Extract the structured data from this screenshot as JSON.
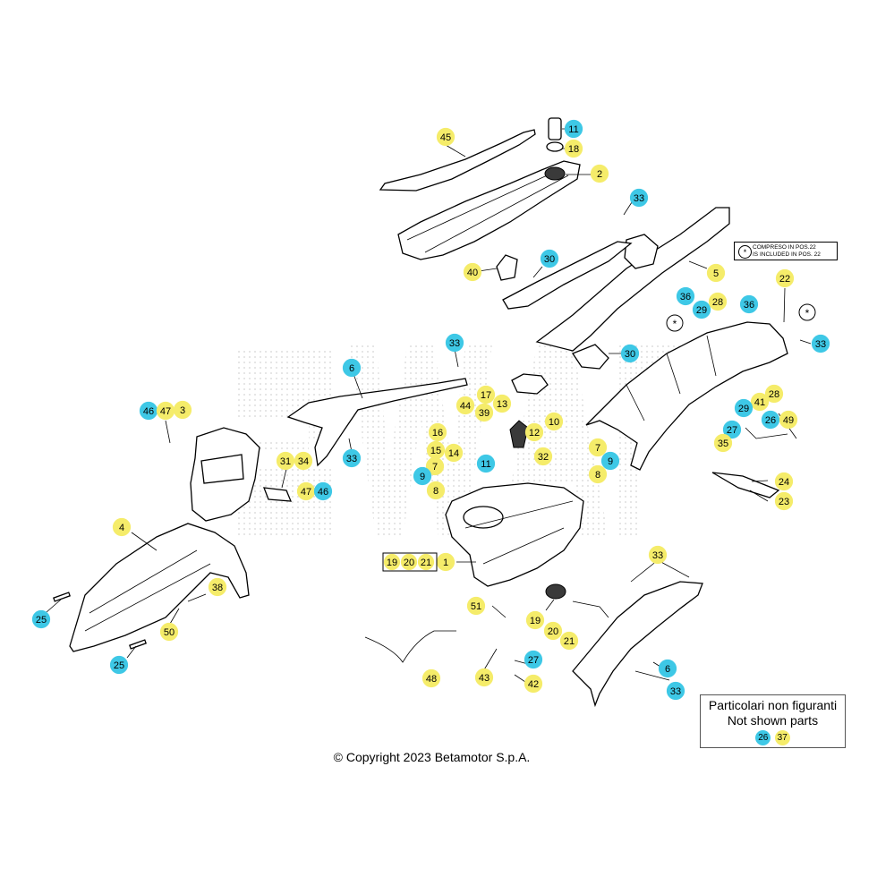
{
  "colors": {
    "cyan": "#3ec8e6",
    "yellow": "#f5ec6a",
    "line": "#000000",
    "watermark": "#cfcfcf"
  },
  "copyright": "© Copyright 2023 Betamotor S.p.A.",
  "not_shown": {
    "line1": "Particolari non figuranti",
    "line2": "Not shown parts",
    "parts": [
      "26",
      "37"
    ]
  },
  "included_note": {
    "symbol": "*",
    "line1": "COMPRESO IN POS.22",
    "line2": "IS INCLUDED IN POS. 22"
  },
  "group_label": [
    "19",
    "20",
    "21"
  ],
  "callouts": [
    {
      "n": "45",
      "c": "yellow"
    },
    {
      "n": "11",
      "c": "cyan"
    },
    {
      "n": "18",
      "c": "yellow"
    },
    {
      "n": "2",
      "c": "yellow"
    },
    {
      "n": "33",
      "c": "cyan"
    },
    {
      "n": "40",
      "c": "yellow"
    },
    {
      "n": "30",
      "c": "cyan"
    },
    {
      "n": "5",
      "c": "yellow"
    },
    {
      "n": "36",
      "c": "cyan"
    },
    {
      "n": "29",
      "c": "cyan"
    },
    {
      "n": "28",
      "c": "yellow"
    },
    {
      "n": "36",
      "c": "cyan"
    },
    {
      "n": "22",
      "c": "yellow"
    },
    {
      "n": "33",
      "c": "cyan"
    },
    {
      "n": "33",
      "c": "cyan"
    },
    {
      "n": "30",
      "c": "cyan"
    },
    {
      "n": "6",
      "c": "cyan"
    },
    {
      "n": "17",
      "c": "yellow"
    },
    {
      "n": "44",
      "c": "yellow"
    },
    {
      "n": "13",
      "c": "yellow"
    },
    {
      "n": "39",
      "c": "yellow"
    },
    {
      "n": "10",
      "c": "yellow"
    },
    {
      "n": "12",
      "c": "yellow"
    },
    {
      "n": "16",
      "c": "yellow"
    },
    {
      "n": "15",
      "c": "yellow"
    },
    {
      "n": "14",
      "c": "yellow"
    },
    {
      "n": "7",
      "c": "yellow"
    },
    {
      "n": "9",
      "c": "cyan"
    },
    {
      "n": "8",
      "c": "yellow"
    },
    {
      "n": "11",
      "c": "cyan"
    },
    {
      "n": "32",
      "c": "yellow"
    },
    {
      "n": "7",
      "c": "yellow"
    },
    {
      "n": "9",
      "c": "cyan"
    },
    {
      "n": "8",
      "c": "yellow"
    },
    {
      "n": "41",
      "c": "yellow"
    },
    {
      "n": "28",
      "c": "yellow"
    },
    {
      "n": "29",
      "c": "cyan"
    },
    {
      "n": "26",
      "c": "cyan"
    },
    {
      "n": "49",
      "c": "yellow"
    },
    {
      "n": "27",
      "c": "cyan"
    },
    {
      "n": "35",
      "c": "yellow"
    },
    {
      "n": "24",
      "c": "yellow"
    },
    {
      "n": "23",
      "c": "yellow"
    },
    {
      "n": "46",
      "c": "cyan"
    },
    {
      "n": "47",
      "c": "yellow"
    },
    {
      "n": "3",
      "c": "yellow"
    },
    {
      "n": "31",
      "c": "yellow"
    },
    {
      "n": "34",
      "c": "yellow"
    },
    {
      "n": "47",
      "c": "yellow"
    },
    {
      "n": "46",
      "c": "cyan"
    },
    {
      "n": "33",
      "c": "cyan"
    },
    {
      "n": "4",
      "c": "yellow"
    },
    {
      "n": "38",
      "c": "yellow"
    },
    {
      "n": "50",
      "c": "yellow"
    },
    {
      "n": "25",
      "c": "cyan"
    },
    {
      "n": "25",
      "c": "cyan"
    },
    {
      "n": "1",
      "c": "yellow"
    },
    {
      "n": "33",
      "c": "yellow"
    },
    {
      "n": "51",
      "c": "yellow"
    },
    {
      "n": "19",
      "c": "yellow"
    },
    {
      "n": "20",
      "c": "yellow"
    },
    {
      "n": "21",
      "c": "yellow"
    },
    {
      "n": "27",
      "c": "cyan"
    },
    {
      "n": "42",
      "c": "yellow"
    },
    {
      "n": "43",
      "c": "yellow"
    },
    {
      "n": "48",
      "c": "yellow"
    },
    {
      "n": "6",
      "c": "cyan"
    },
    {
      "n": "33",
      "c": "cyan"
    }
  ]
}
